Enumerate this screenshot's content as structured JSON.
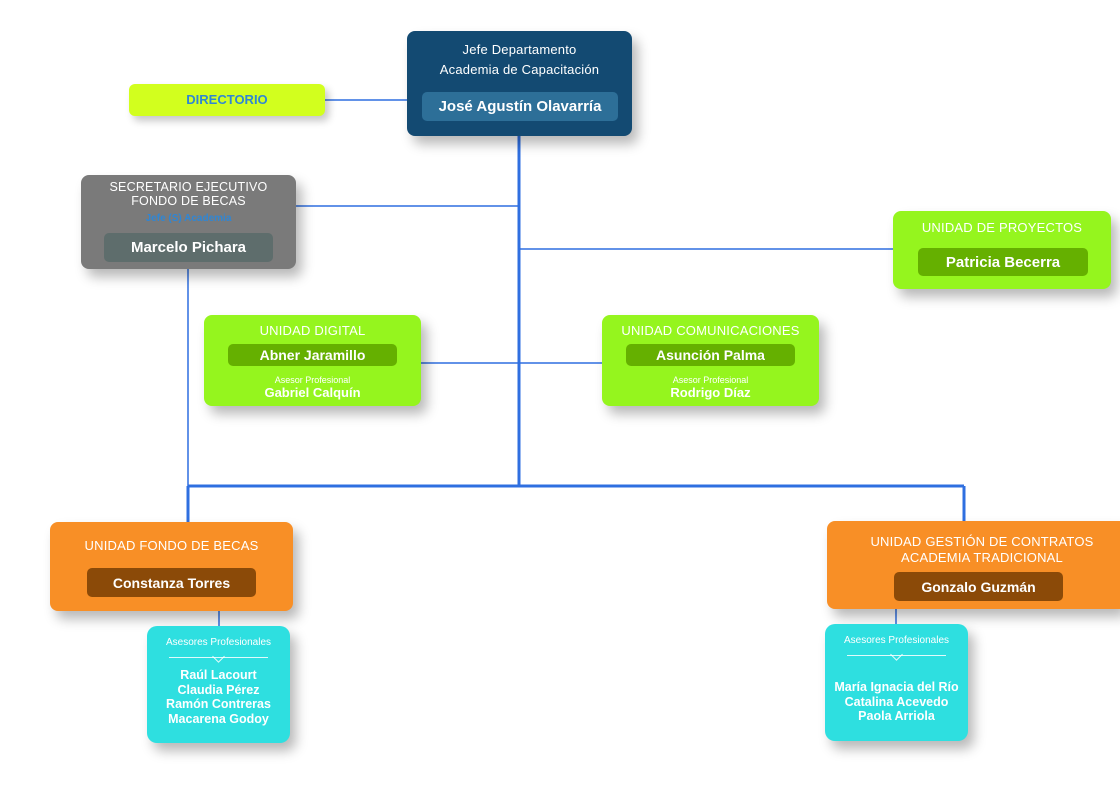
{
  "colors": {
    "line": "#2f6fe0",
    "navy": "#134a72",
    "navy_bar": "#2d6f98",
    "gray": "#7a7a7a",
    "gray_bar": "#5e6d6c",
    "lime": "#95f51e",
    "lime_bar": "#65b000",
    "orange": "#f88f26",
    "orange_bar": "#8b4a08",
    "cyan": "#2edfe0"
  },
  "head": {
    "title_line1": "Jefe Departamento",
    "title_line2": "Academia de Capacitación",
    "name": "José Agustín Olavarría"
  },
  "directorio": {
    "label": "DIRECTORIO"
  },
  "secretario": {
    "title_line1": "SECRETARIO EJECUTIVO",
    "title_line2": "FONDO DE BECAS",
    "subtitle": "Jefe (S) Academia",
    "name": "Marcelo Pichara"
  },
  "proyectos": {
    "title": "UNIDAD DE PROYECTOS",
    "name": "Patricia Becerra"
  },
  "digital": {
    "title": "UNIDAD DIGITAL",
    "name": "Abner Jaramillo",
    "advisor_role": "Asesor Profesional",
    "advisor_name": "Gabriel Calquín"
  },
  "comunicaciones": {
    "title": "UNIDAD COMUNICACIONES",
    "name": "Asunción Palma",
    "advisor_role": "Asesor Profesional",
    "advisor_name": "Rodrigo Díaz"
  },
  "fondo": {
    "title": "UNIDAD FONDO DE BECAS",
    "name": "Constanza Torres",
    "advisors_title": "Asesores Profesionales",
    "advisors": [
      "Raúl Lacourt",
      "Claudia Pérez",
      "Ramón Contreras",
      "Macarena Godoy"
    ]
  },
  "contratos": {
    "title_line1": "UNIDAD GESTIÓN DE CONTRATOS",
    "title_line2": "ACADEMIA TRADICIONAL",
    "name": "Gonzalo Guzmán",
    "advisors_title": "Asesores Profesionales",
    "advisors": [
      "María Ignacia del Río",
      "Catalina Acevedo",
      "Paola Arriola"
    ]
  }
}
